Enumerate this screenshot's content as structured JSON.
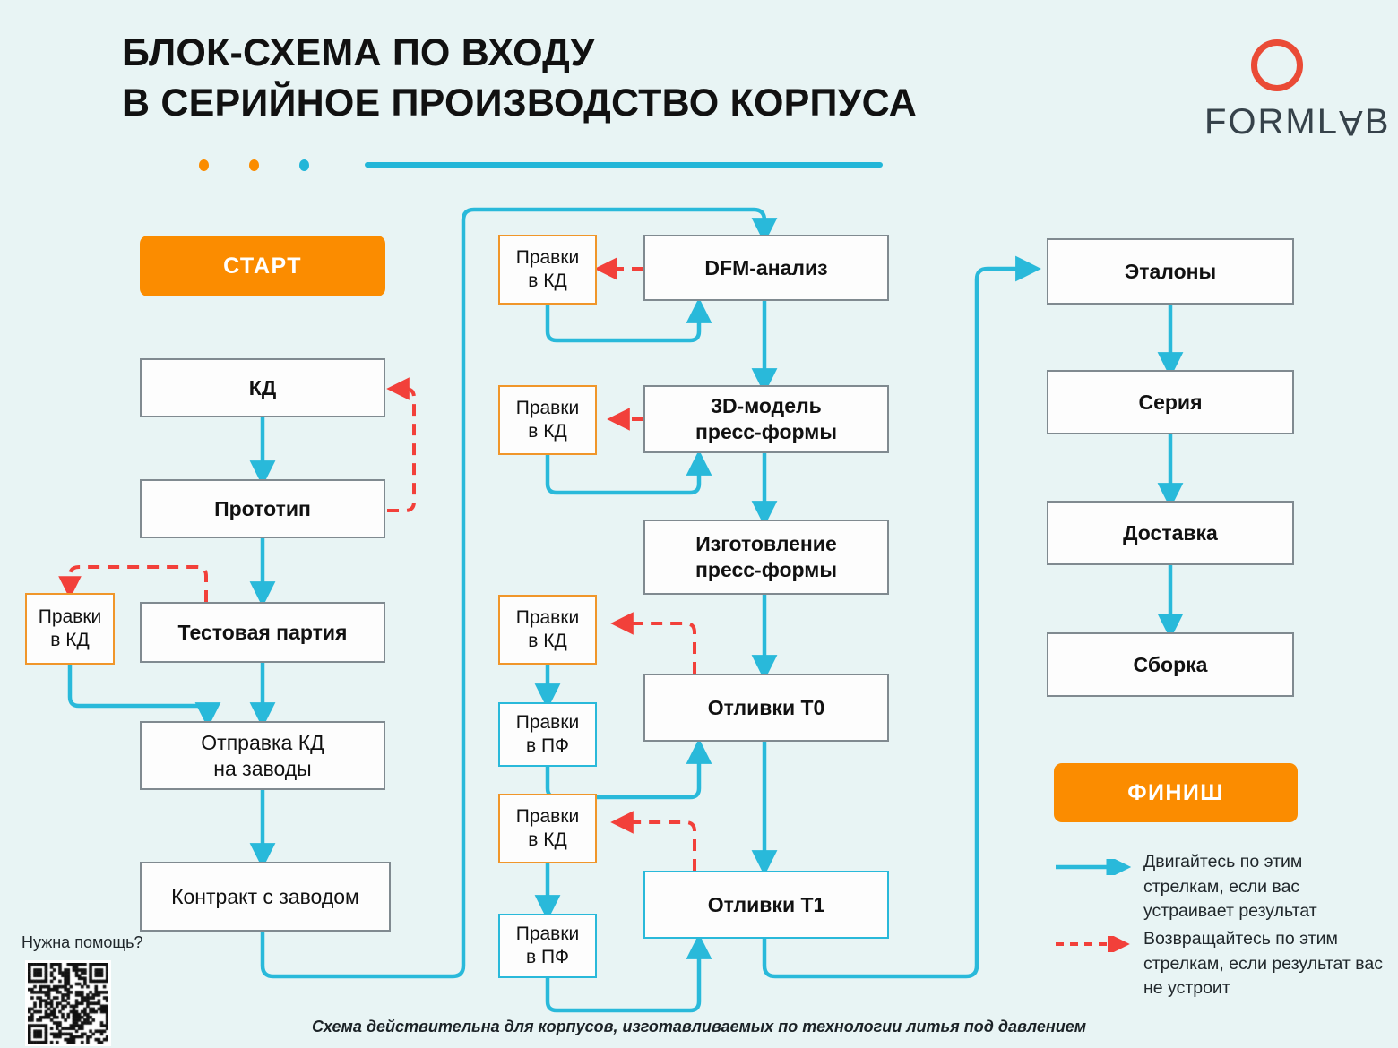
{
  "page": {
    "background_color": "#e8f4f4",
    "title_line1": "БЛОК-СХЕМА ПО ВХОДУ",
    "title_line2": "В СЕРИЙНОЕ ПРОИЗВОДСТВО КОРПУСА",
    "footnote": "Схема действительна для корпусов, изготавливаемых по технологии литья под давлением"
  },
  "colors": {
    "accent_orange": "#fb8c00",
    "accent_cyan": "#29b9da",
    "edit_border_orange": "#f0962a",
    "return_arrow_red": "#f2403a",
    "box_border_gray": "#808a90",
    "logo_ring": "#ea4b36"
  },
  "logo": {
    "wordmark": "FORMLAB",
    "wordmark_pre": "FORML",
    "wordmark_inverted_letter": "A",
    "wordmark_post": "B"
  },
  "start_pill": {
    "label": "СТАРТ"
  },
  "finish_pill": {
    "label": "ФИНИШ"
  },
  "column_left": {
    "nodes": [
      {
        "id": "kd",
        "label": "КД"
      },
      {
        "id": "prototype",
        "label": "Прототип"
      },
      {
        "id": "edits-kd-left",
        "label": "Правки\nв КД"
      },
      {
        "id": "test-batch",
        "label": "Тестовая партия"
      },
      {
        "id": "send-kd",
        "label": "Отправка КД\nна заводы"
      },
      {
        "id": "contract",
        "label": "Контракт с заводом"
      }
    ],
    "kd_label": "КД",
    "prototype_label": "Прототип",
    "edits_kd_label_l1": "Правки",
    "edits_kd_label_l2": "в КД",
    "test_batch_label": "Тестовая партия",
    "send_kd_label_l1": "Отправка КД",
    "send_kd_label_l2": "на заводы",
    "contract_label": "Контракт с заводом"
  },
  "column_middle": {
    "dfm_label": "DFM-анализ",
    "model_label_l1": "3D-модель",
    "model_label_l2": "пресс-формы",
    "mold_label_l1": "Изготовление",
    "mold_label_l2": "пресс-формы",
    "cast_t0_label": "Отливки Т0",
    "cast_t1_label": "Отливки Т1",
    "edits_kd_1_l1": "Правки",
    "edits_kd_1_l2": "в КД",
    "edits_kd_2_l1": "Правки",
    "edits_kd_2_l2": "в КД",
    "edits_kd_3_l1": "Правки",
    "edits_kd_3_l2": "в КД",
    "edits_kd_4_l1": "Правки",
    "edits_kd_4_l2": "в КД",
    "edits_pf_1_l1": "Правки",
    "edits_pf_1_l2": "в ПФ",
    "edits_pf_2_l1": "Правки",
    "edits_pf_2_l2": "в ПФ"
  },
  "column_right": {
    "etalon_label": "Эталоны",
    "series_label": "Серия",
    "delivery_label": "Доставка",
    "assembly_label": "Сборка"
  },
  "legend": {
    "forward": {
      "icon": "solid-cyan-arrow",
      "text": "Двигайтесь по этим стрелкам, если вас устраивает результат"
    },
    "backward": {
      "icon": "dashed-red-arrow",
      "text": "Возвращайтесь по этим стрелкам, если результат вас не устроит"
    }
  },
  "help": {
    "link_text": "Нужна помощь?",
    "qr_alt": "qr-code"
  }
}
